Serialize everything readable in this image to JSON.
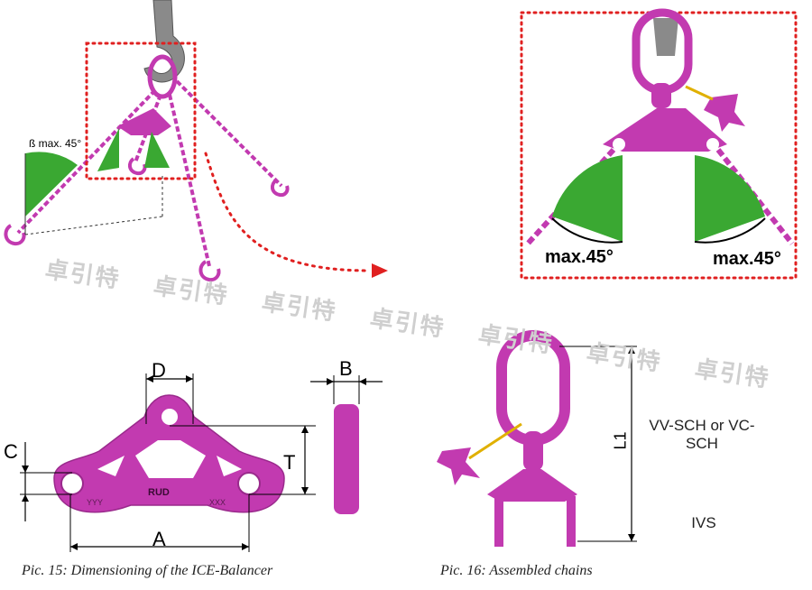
{
  "watermark": "卓引特",
  "figure_top_left": {
    "angle_label": "ß max. 45°"
  },
  "figure_top_right": {
    "angle_left": "max.45°",
    "angle_right": "max.45°"
  },
  "dimensioning": {
    "label_a": "A",
    "label_b": "B",
    "label_c": "C",
    "label_d": "D",
    "label_t": "T",
    "plate_text_left": "YYY",
    "plate_text_brand": "RUD",
    "plate_text_right": "XXX",
    "caption": "Pic. 15: Dimensioning of the ICE-Balancer"
  },
  "assembled": {
    "label_l1": "L1",
    "top_component": "VV-SCH or VC-SCH",
    "bottom_component": "IVS",
    "caption": "Pic. 16: Assembled chains"
  },
  "colors": {
    "magenta": "#c23ab0",
    "green": "#3aa832",
    "dotted_red": "#e02020"
  }
}
